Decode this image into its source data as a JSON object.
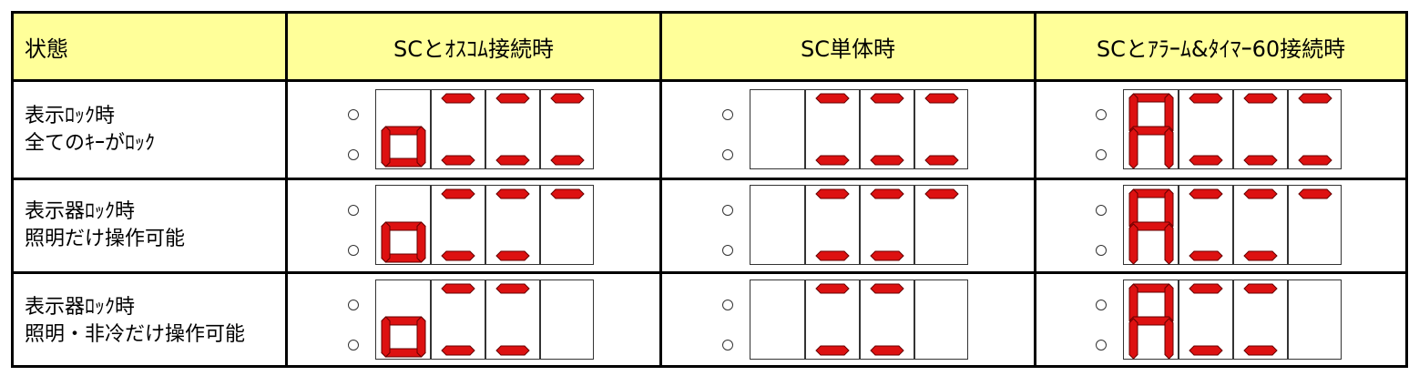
{
  "table": {
    "headers": [
      "状態",
      "SCとｵｽｺﾑ接続時",
      "SC単体時",
      "SCとｱﾗｰﾑ&ﾀｲﾏｰ60接続時"
    ],
    "rows": [
      {
        "label_lines": [
          "表示ﾛｯｸ時",
          "全てのｷｰがﾛｯｸ"
        ],
        "displays": [
          {
            "first": "o",
            "rest": [
              "-_",
              "-_",
              "-_"
            ]
          },
          {
            "first": "blank",
            "rest": [
              "-_",
              "-_",
              "-_"
            ]
          },
          {
            "first": "A",
            "rest": [
              "-_",
              "-_",
              "-_"
            ]
          }
        ]
      },
      {
        "label_lines": [
          "表示器ﾛｯｸ時",
          "照明だけ操作可能"
        ],
        "displays": [
          {
            "first": "o",
            "rest": [
              "-_",
              "-_",
              "-"
            ]
          },
          {
            "first": "blank",
            "rest": [
              "-_",
              "-_",
              "-"
            ]
          },
          {
            "first": "A",
            "rest": [
              "-_",
              "-_",
              "-"
            ]
          }
        ]
      },
      {
        "label_lines": [
          "表示器ﾛｯｸ時",
          "照明・非冷だけ操作可能"
        ],
        "displays": [
          {
            "first": "o",
            "rest": [
              "-_",
              "-_",
              "blank"
            ]
          },
          {
            "first": "blank",
            "rest": [
              "-_",
              "-_",
              "blank"
            ]
          },
          {
            "first": "A",
            "rest": [
              "-_",
              "-_",
              "blank"
            ]
          }
        ]
      }
    ]
  },
  "colors": {
    "header_bg": "#ffff99",
    "segment": "#dd1111",
    "border": "#000000"
  },
  "icons": {
    "indicator": "indicator-dot-icon",
    "digit": "seven-segment-digit-icon"
  }
}
